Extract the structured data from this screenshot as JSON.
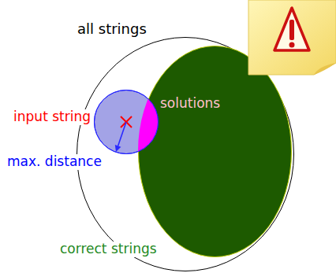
{
  "diagram": {
    "nodes": [
      {
        "text": [
          "all strings"
        ]
      },
      {
        "text": [
          "correct strings"
        ],
        "in": 0
      },
      {
        "text": [
          "input string"
        ],
        "in": 0
      },
      {
        "text": [
          "solutions"
        ],
        "in": 2
      }
    ],
    "labels": [
      "max. distance"
    ]
  }
}
